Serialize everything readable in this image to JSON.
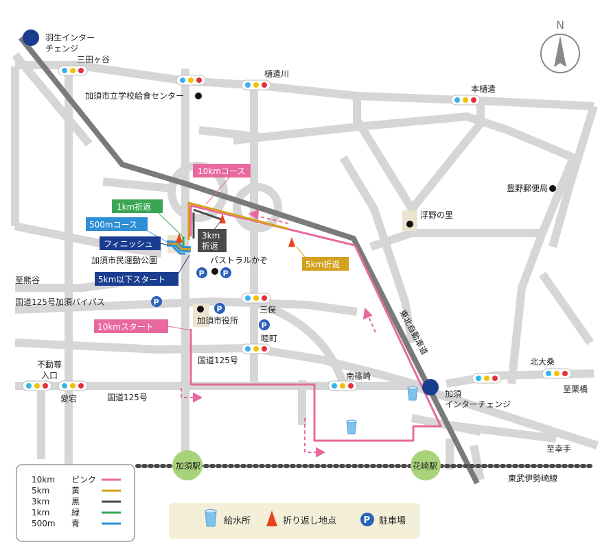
{
  "colors": {
    "road": "#d6d6d6",
    "highway": "#7a7a7a",
    "route_10km": "#e8699e",
    "route_5km": "#d4a11e",
    "route_3km": "#4a4a4a",
    "route_1km": "#3aa655",
    "route_500m": "#2f8fd6",
    "marker_blue": "#1a3d8f",
    "signal_blue": "#36b4e8",
    "signal_yellow": "#f2c200",
    "signal_red": "#e6303a",
    "parking": "#2b62b8",
    "station": "#a9d37a",
    "cone": "#e8431c",
    "legend_bg": "#f3efd9",
    "place_box": "#ede4cf"
  },
  "compass": {
    "label": "N"
  },
  "labels": {
    "hanyu_ic": "羽生インター",
    "hanyu_ic_2": "チェンジ",
    "mitagaya": "三田ヶ谷",
    "hiyogawa": "樋遣川",
    "kyushoku": "加須市立学校給食センター",
    "honhiyo": "本樋遣",
    "toyono_post": "豊野郵便局",
    "ukino": "浮野の里",
    "undokoen": "加須市民運動公園",
    "pastoral": "パストラルかぞ",
    "kumagaya": "至熊谷",
    "bypass": "国道125号加須バイパス",
    "shiyakusho": "加須市役所",
    "mimata": "三俣",
    "mutsumi": "睦町",
    "route125_a": "国道125号",
    "route125_b": "国道125号",
    "fudoson_1": "不動尊",
    "fudoson_2": "入口",
    "atago": "愛宕",
    "minamishino": "南篠崎",
    "tohoku_exp": "東北自動車道",
    "kazo_ic_1": "加須",
    "kazo_ic_2": "インターチェンジ",
    "kitaosa": "北大桑",
    "kurihashi": "至栗橋",
    "satte": "至幸手",
    "tobu": "東武伊勢崎線",
    "kazo_sta": "加須駅",
    "hanasaki_sta": "花崎駅"
  },
  "callouts": {
    "c10km": "10kmコース",
    "c1km": "1km折返",
    "c500m": "500mコース",
    "finish": "フィニッシュ",
    "c3km_1": "3km",
    "c3km_2": "折返",
    "c5km": "5km折返",
    "start5": "5km以下スタート",
    "start10": "10kmスタート"
  },
  "legend": {
    "rows": [
      {
        "dist": "10km",
        "color_name": "ピンク",
        "color": "#e8699e"
      },
      {
        "dist": "5km",
        "color_name": "黄",
        "color": "#d4a11e"
      },
      {
        "dist": "3km",
        "color_name": "黒",
        "color": "#4a4a4a"
      },
      {
        "dist": "1km",
        "color_name": "緑",
        "color": "#3aa655"
      },
      {
        "dist": "500m",
        "color_name": "青",
        "color": "#2f8fd6"
      }
    ]
  },
  "key": {
    "water": "給水所",
    "turn": "折り返し地点",
    "parking": "駐車場",
    "parking_symbol": "P"
  }
}
